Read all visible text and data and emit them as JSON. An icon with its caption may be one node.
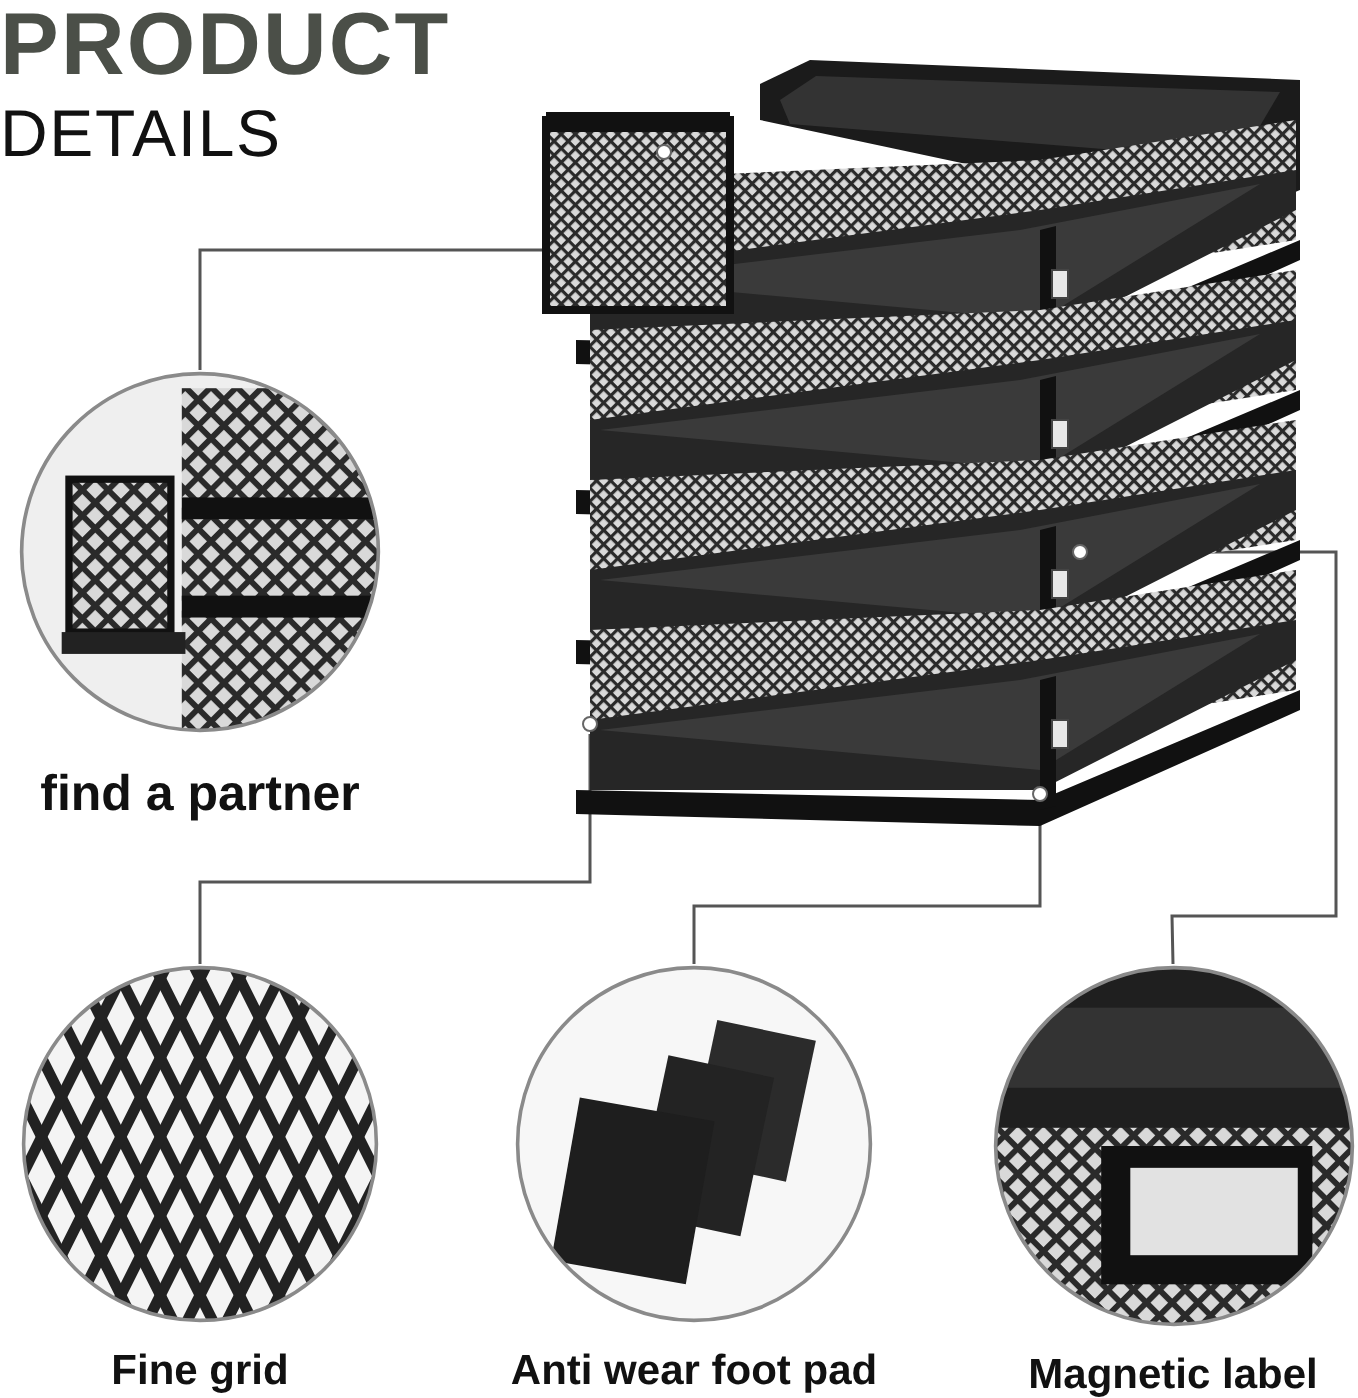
{
  "diagram": {
    "title": "PRODUCT",
    "nodes": [
      {
        "text": [],
        "shape": "picture"
      },
      {
        "text": [],
        "shape": "circle",
        "in": 0
      },
      {
        "text": [],
        "shape": "circle",
        "in": 0
      },
      {
        "text": [],
        "shape": "circle",
        "in": 0
      },
      {
        "text": [],
        "shape": "circle",
        "in": 0
      },
      {
        "text": [
          "find a partner"
        ]
      },
      {
        "text": [
          "Fine grid"
        ]
      },
      {
        "text": [
          "Anti wear foot pad"
        ]
      },
      {
        "text": [
          "Magnetic label"
        ]
      }
    ],
    "edges": [
      {
        "from": 5,
        "to": 1,
        "arrow": "none"
      },
      {
        "from": 6,
        "to": 2,
        "arrow": "none"
      },
      {
        "from": 7,
        "to": 3,
        "arrow": "none"
      },
      {
        "from": 8,
        "to": 4,
        "arrow": "none"
      }
    ],
    "labels": [
      "DETAILS"
    ]
  }
}
